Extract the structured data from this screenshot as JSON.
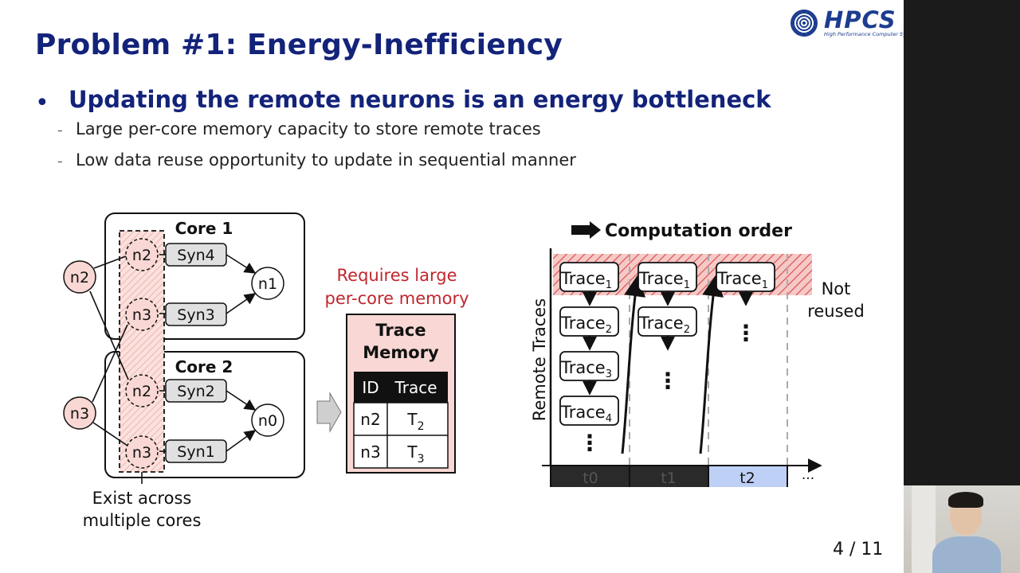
{
  "slide": {
    "title": "Problem #1: Energy-Inefficiency",
    "logo": {
      "name": "HPCS",
      "subtitle": "High Performance Computer System Lab",
      "icon": "university-seal-icon"
    },
    "bullet": "Updating the remote neurons is an energy bottleneck",
    "sub_bullets": [
      "Large per-core memory capacity to store remote traces",
      "Low data reuse opportunity to update in sequential manner"
    ],
    "page_number": "4 / 11"
  },
  "left_diagram": {
    "core1": {
      "label": "Core 1",
      "synapses": [
        "Syn4",
        "Syn3"
      ],
      "output_neuron": "n1",
      "proxy_neurons": [
        "n2",
        "n3"
      ]
    },
    "core2": {
      "label": "Core 2",
      "synapses": [
        "Syn2",
        "Syn1"
      ],
      "output_neuron": "n0",
      "proxy_neurons": [
        "n2",
        "n3"
      ]
    },
    "source_neurons": [
      "n2",
      "n3"
    ],
    "caption_line1": "Exist across",
    "caption_line2": "multiple cores"
  },
  "memory": {
    "annotation_line1": "Requires large",
    "annotation_line2": "per-core memory",
    "title_line1": "Trace",
    "title_line2": "Memory",
    "header": [
      "ID",
      "Trace"
    ],
    "rows": [
      {
        "id": "n2",
        "trace": "T",
        "sub": "2"
      },
      {
        "id": "n3",
        "trace": "T",
        "sub": "3"
      }
    ]
  },
  "right_diagram": {
    "order_label": "Computation order",
    "y_axis_label": "Remote Traces",
    "trace_word": "Trace",
    "column1": [
      "1",
      "2",
      "3",
      "4"
    ],
    "column2": [
      "1",
      "2"
    ],
    "column3": [
      "1"
    ],
    "not_reused_line1": "Not",
    "not_reused_line2": "reused",
    "time_steps": [
      "t0",
      "t1",
      "t2"
    ],
    "time_more": "...",
    "dots": "⋮"
  },
  "colors": {
    "title": "#13237a",
    "annotation": "#c0272d",
    "neuron_fill": "#f8d7d4",
    "hatch": "#e06d6d",
    "highlight_step": "#bfd0f7",
    "dark_step": "#2a2a2a"
  }
}
